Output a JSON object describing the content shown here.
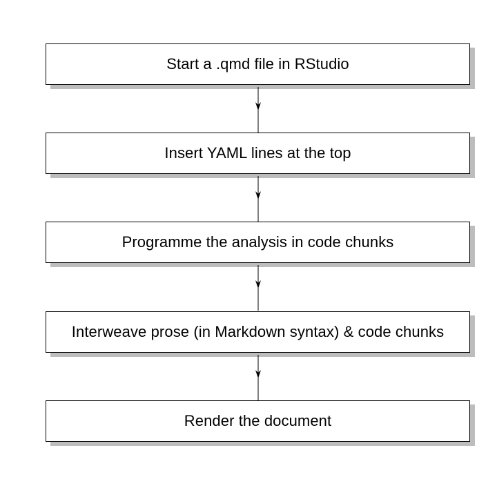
{
  "flowchart": {
    "steps": [
      {
        "label": "Start a .qmd file in RStudio"
      },
      {
        "label": "Insert YAML lines at the top"
      },
      {
        "label": "Programme the analysis in code chunks"
      },
      {
        "label": "Interweave prose (in Markdown syntax) & code chunks"
      },
      {
        "label": "Render the document"
      }
    ]
  },
  "colors": {
    "box_border": "#000000",
    "box_fill": "#ffffff",
    "box_shadow": "#bdbdbd",
    "text": "#000000",
    "connector": "#000000"
  }
}
